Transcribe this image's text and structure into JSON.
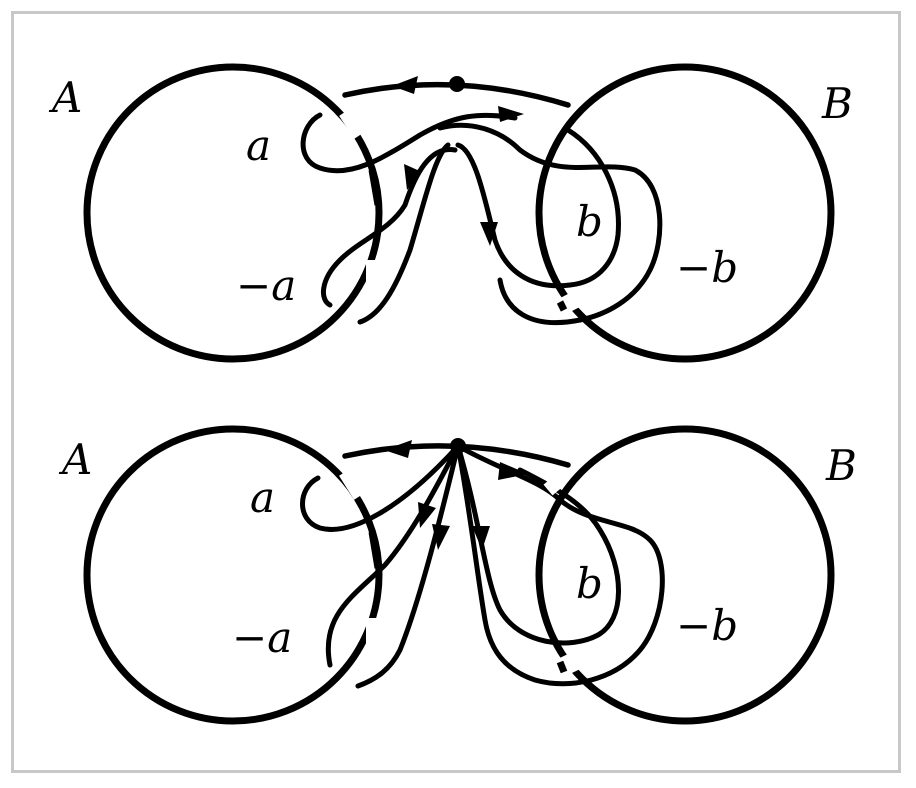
{
  "top_panel": {
    "label_A": "A",
    "label_B": "B",
    "label_a": "a",
    "label_neg_a": "−a",
    "label_b": "b",
    "label_neg_b": "−b"
  },
  "bottom_panel": {
    "label_A": "A",
    "label_B": "B",
    "label_a": "a",
    "label_neg_a": "−a",
    "label_b": "b",
    "label_neg_b": "−b"
  },
  "colors": {
    "stroke": "#000000",
    "frame": "#c8c8c8",
    "background": "#ffffff"
  }
}
